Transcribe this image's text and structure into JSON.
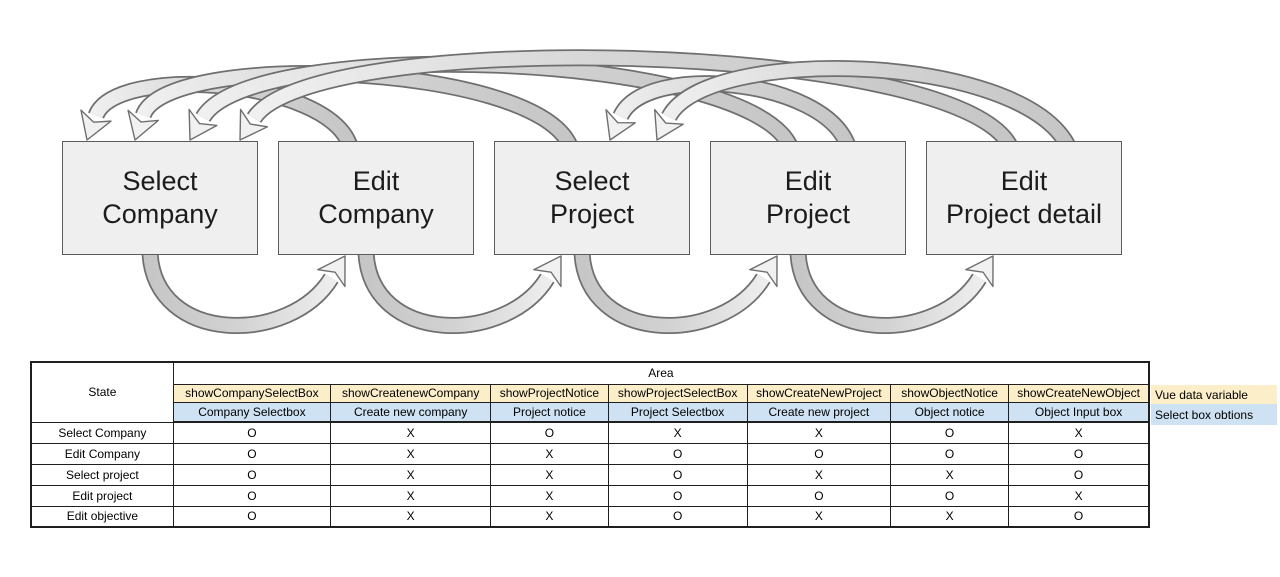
{
  "diagram": {
    "states": [
      {
        "line1": "Select",
        "line2": "Company"
      },
      {
        "line1": "Edit",
        "line2": "Company"
      },
      {
        "line1": "Select",
        "line2": "Project"
      },
      {
        "line1": "Edit",
        "line2": "Project"
      },
      {
        "line1": "Edit",
        "line2": "Project detail"
      }
    ],
    "colors": {
      "box_fill": "#efefef",
      "box_border": "#5c5c5c",
      "arrow_tail": "#c6c6c6",
      "arrow_head": "#f1f1f1",
      "arrow_outline": "#6f6f6f"
    }
  },
  "table": {
    "corner_label": "State",
    "area_label": "Area",
    "extra_header": "Vue data variable",
    "extra_subheader": "Select box obtions",
    "variable_headers": [
      "showCompanySelectBox",
      "showCreatenewCompany",
      "showProjectNotice",
      "showProjectSelectBox",
      "showCreateNewProject",
      "showObjectNotice",
      "showCreateNewObject"
    ],
    "area_headers": [
      "Company Selectbox",
      "Create new company",
      "Project notice",
      "Project Selectbox",
      "Create new project",
      "Object notice",
      "Object Input box"
    ],
    "rows": [
      {
        "state": "Select Company",
        "values": [
          "O",
          "X",
          "O",
          "X",
          "X",
          "O",
          "X"
        ]
      },
      {
        "state": "Edit Company",
        "values": [
          "O",
          "X",
          "X",
          "O",
          "O",
          "O",
          "O"
        ]
      },
      {
        "state": "Select project",
        "values": [
          "O",
          "X",
          "X",
          "O",
          "X",
          "X",
          "O"
        ]
      },
      {
        "state": "Edit project",
        "values": [
          "O",
          "X",
          "X",
          "O",
          "O",
          "O",
          "X"
        ]
      },
      {
        "state": "Edit objective",
        "values": [
          "O",
          "X",
          "X",
          "O",
          "X",
          "X",
          "O"
        ]
      }
    ],
    "colors": {
      "variable_row_bg": "#fbeec9",
      "area_row_bg": "#cfe2f3"
    }
  }
}
